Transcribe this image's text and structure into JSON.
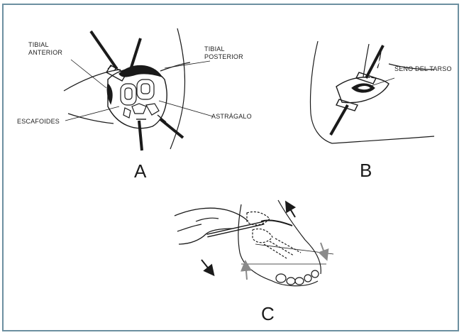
{
  "panels": {
    "a": {
      "letter": "A",
      "labels": {
        "tibial_anterior": "TIBIAL ANTERIOR",
        "tibial_posterior": "TIBIAL POSTERIOR",
        "escafoides": "ESCAFOIDES",
        "astragalo": "ASTRÁGALO"
      }
    },
    "b": {
      "letter": "B",
      "labels": {
        "seno_del_tarso": "SENO DEL TARSO"
      }
    },
    "c": {
      "letter": "C"
    }
  },
  "colors": {
    "frame_border": "#6c8fa0",
    "line": "#1a1a1a",
    "arrow_gray": "#8a8a8a"
  }
}
